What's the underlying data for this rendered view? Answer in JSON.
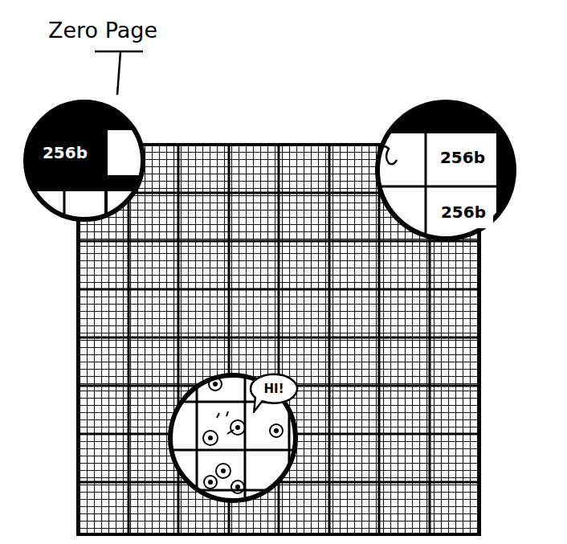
{
  "diagram": {
    "nodes": [
      {
        "text": [
          "256b"
        ]
      },
      {
        "text": [
          "256b"
        ]
      },
      {
        "text": [
          "256b"
        ]
      },
      {
        "text": [
          "HI!"
        ]
      }
    ],
    "labels": [
      "Zero Page"
    ]
  }
}
